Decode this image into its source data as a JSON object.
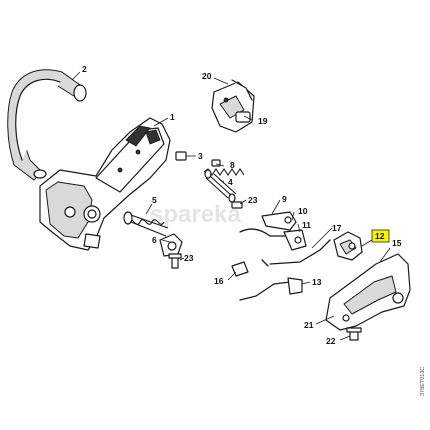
{
  "watermark": {
    "text": "spareka"
  },
  "doc_ref": "378ET013C",
  "callouts": [
    {
      "key": "c2",
      "label": "2",
      "highlighted": false
    },
    {
      "key": "c1",
      "label": "1",
      "highlighted": false
    },
    {
      "key": "c20",
      "label": "20",
      "highlighted": false
    },
    {
      "key": "c19",
      "label": "19",
      "highlighted": false
    },
    {
      "key": "c3",
      "label": "3",
      "highlighted": false
    },
    {
      "key": "c8",
      "label": "8",
      "highlighted": false
    },
    {
      "key": "c4",
      "label": "4",
      "highlighted": false
    },
    {
      "key": "c23a",
      "label": "23",
      "highlighted": false
    },
    {
      "key": "c9",
      "label": "9",
      "highlighted": false
    },
    {
      "key": "c5",
      "label": "5",
      "highlighted": false
    },
    {
      "key": "c10",
      "label": "10",
      "highlighted": false
    },
    {
      "key": "c11",
      "label": "11",
      "highlighted": false
    },
    {
      "key": "c17",
      "label": "17",
      "highlighted": false
    },
    {
      "key": "c6",
      "label": "6",
      "highlighted": false
    },
    {
      "key": "c23b",
      "label": "23",
      "highlighted": false
    },
    {
      "key": "c12",
      "label": "12",
      "highlighted": true
    },
    {
      "key": "c15",
      "label": "15",
      "highlighted": false
    },
    {
      "key": "c16",
      "label": "16",
      "highlighted": false
    },
    {
      "key": "c13",
      "label": "13",
      "highlighted": false
    },
    {
      "key": "c21",
      "label": "21",
      "highlighted": false
    },
    {
      "key": "c22",
      "label": "22",
      "highlighted": false
    }
  ],
  "colors": {
    "highlight": "#fff200",
    "line": "#1a1a1a",
    "background": "#ffffff"
  }
}
